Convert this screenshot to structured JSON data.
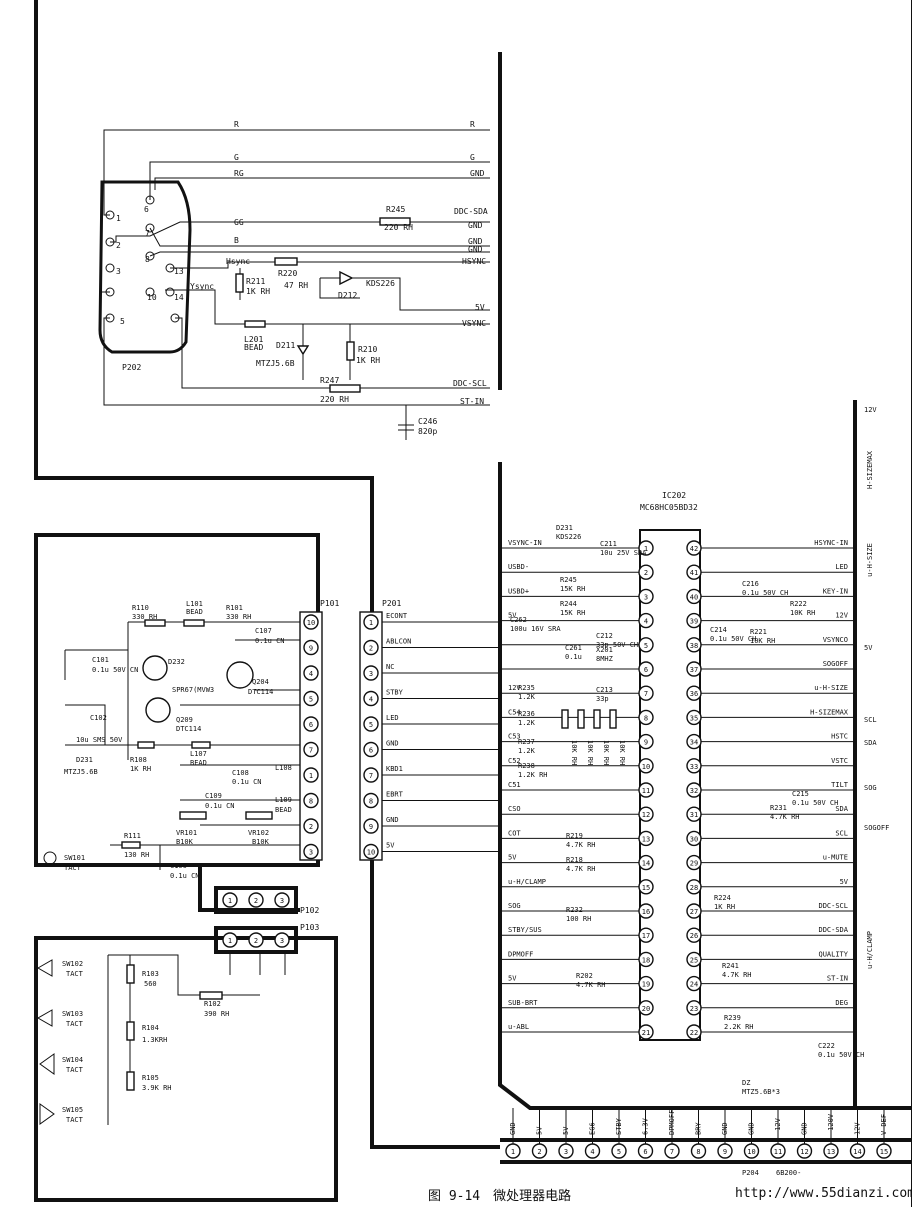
{
  "caption": "图 9-14　微处理器电路",
  "watermark": "http://www.55dianzi.com",
  "vga_connector": {
    "ref": "P202",
    "pins": [
      "1",
      "2",
      "3",
      "5",
      "6",
      "7",
      "8",
      "10",
      "13",
      "14"
    ],
    "left_labels": [
      "R",
      "G",
      "RG",
      "Hsync",
      "Ysync",
      "GG",
      "B"
    ],
    "right_labels": [
      "R",
      "G",
      "GND",
      "DDC-SDA",
      "GND",
      "GND",
      "HSYNC",
      "5V",
      "VSYNC",
      "DDC-SCL",
      "ST-IN"
    ]
  },
  "top_parts": [
    {
      "ref": "R245",
      "value": "220 RH"
    },
    {
      "ref": "R211",
      "value": "1K RH"
    },
    {
      "ref": "R220",
      "value": "47 RH"
    },
    {
      "ref": "D212",
      "value": "KDS226"
    },
    {
      "ref": "L201",
      "value": "BEAD"
    },
    {
      "ref": "D211",
      "value": "MTZJ5.6B"
    },
    {
      "ref": "R210",
      "value": "1K RH"
    },
    {
      "ref": "R247",
      "value": "220 RH"
    },
    {
      "ref": "C246",
      "value": "820p"
    }
  ],
  "control_board": {
    "connector": "P101",
    "pins": [
      "10",
      "9",
      "4",
      "5",
      "6",
      "7",
      "1",
      "8",
      "2",
      "3"
    ],
    "parts": [
      {
        "ref": "R110",
        "value": "330 RH"
      },
      {
        "ref": "L101",
        "value": "BEAD"
      },
      {
        "ref": "R101",
        "value": "330 RH"
      },
      {
        "ref": "C107",
        "value": "0.1u CN"
      },
      {
        "ref": "C101",
        "value": "0.1u 50V CN"
      },
      {
        "ref": "D232",
        "value": "SPR67(MVW3"
      },
      {
        "ref": "Q204",
        "value": "DTC114"
      },
      {
        "ref": "C102",
        "value": "10u SMS 50V"
      },
      {
        "ref": "Q209",
        "value": "DTC114"
      },
      {
        "ref": "D231",
        "value": "MTZJ5.6B"
      },
      {
        "ref": "R108",
        "value": "1K RH"
      },
      {
        "ref": "L107",
        "value": "BEAD"
      },
      {
        "ref": "L108",
        "value": ""
      },
      {
        "ref": "C108",
        "value": "0.1u CN"
      },
      {
        "ref": "L109",
        "value": "BEAD"
      },
      {
        "ref": "C109",
        "value": "0.1u CN"
      },
      {
        "ref": "VR101",
        "value": "B10K"
      },
      {
        "ref": "VR102",
        "value": "B10K"
      },
      {
        "ref": "R111",
        "value": "130 RH"
      },
      {
        "ref": "C106",
        "value": "0.1u CN"
      },
      {
        "ref": "SW101",
        "value": "TACT"
      }
    ],
    "p102": {
      "ref": "P102",
      "pins": [
        "1",
        "2",
        "3"
      ]
    }
  },
  "key_board": {
    "connector": {
      "ref": "P103",
      "pins": [
        "1",
        "2",
        "3"
      ]
    },
    "switches": [
      {
        "ref": "SW102",
        "type": "TACT"
      },
      {
        "ref": "SW103",
        "type": "TACT"
      },
      {
        "ref": "SW104",
        "type": "TACT"
      },
      {
        "ref": "SW105",
        "type": "TACT"
      }
    ],
    "parts": [
      {
        "ref": "R103",
        "value": "560"
      },
      {
        "ref": "R102",
        "value": "390 RH"
      },
      {
        "ref": "R104",
        "value": "1.3KRH"
      },
      {
        "ref": "R105",
        "value": "3.9K RH"
      }
    ]
  },
  "p201": {
    "ref": "P201",
    "pins": [
      "1",
      "2",
      "3",
      "4",
      "5",
      "6",
      "7",
      "8",
      "9",
      "10"
    ],
    "signals": [
      "ECONT",
      "ABLCON",
      "NC",
      "STBY",
      "LED",
      "GND",
      "KBD1",
      "EBRT",
      "GND",
      "5V"
    ]
  },
  "mcu": {
    "ref": "IC202",
    "part": "MC68HC05BD32",
    "left_pins": [
      "1",
      "2",
      "3",
      "4",
      "5",
      "6",
      "7",
      "8",
      "9",
      "10",
      "11",
      "12",
      "13",
      "14",
      "15",
      "16",
      "17",
      "18",
      "19",
      "20",
      "21"
    ],
    "right_pins": [
      "42",
      "41",
      "40",
      "39",
      "38",
      "37",
      "36",
      "35",
      "34",
      "33",
      "32",
      "31",
      "30",
      "29",
      "28",
      "27",
      "26",
      "25",
      "24",
      "23",
      "22"
    ],
    "left_signals": [
      "VSYNC-IN",
      "USBD-",
      "USBD+",
      "5V",
      "",
      "",
      "12V",
      "C54",
      "C53",
      "C52",
      "C51",
      "CSO",
      "COT",
      "5V",
      "u-H/CLAMP",
      "SOG",
      "STBY/SUS",
      "DPMOFF",
      "5V",
      "SUB-BRT",
      "u-ABL"
    ],
    "right_signals": [
      "HSYNC-IN",
      "LED",
      "KEY-IN",
      "12V",
      "VSYNCO",
      "SOGOFF",
      "u-H-SIZE",
      "H-SIZEMAX",
      "HSTC",
      "VSTC",
      "TILT",
      "SDA",
      "SCL",
      "u-MUTE",
      "5V",
      "DDC-SCL",
      "DDC-SDA",
      "QUALITY",
      "ST-IN",
      "DEG"
    ],
    "parts": [
      {
        "ref": "D231",
        "value": "KDS226"
      },
      {
        "ref": "C211",
        "value": "10u 25V SRA"
      },
      {
        "ref": "R245",
        "value": "15K RH"
      },
      {
        "ref": "R244",
        "value": "15K RH"
      },
      {
        "ref": "C262",
        "value": "100u 16V SRA"
      },
      {
        "ref": "C261",
        "value": "0.1u"
      },
      {
        "ref": "C212",
        "value": "33p 50V CH"
      },
      {
        "ref": "X201",
        "value": "8MHZ"
      },
      {
        "ref": "C213",
        "value": "33p"
      },
      {
        "ref": "R235",
        "value": "1.2K"
      },
      {
        "ref": "R236",
        "value": "1.2K"
      },
      {
        "ref": "R237",
        "value": "1.2K"
      },
      {
        "ref": "R238",
        "value": "1.2K RH"
      },
      {
        "ref": "R219",
        "value": "4.7K RH"
      },
      {
        "ref": "R218",
        "value": "4.7K RH"
      },
      {
        "ref": "R232",
        "value": "100 RH"
      },
      {
        "ref": "R202",
        "value": "4.7K RH"
      },
      {
        "ref": "C216",
        "value": "0.1u 50V CH"
      },
      {
        "ref": "R222",
        "value": "10K RH"
      },
      {
        "ref": "C214",
        "value": "0.1u 50V CH"
      },
      {
        "ref": "R221",
        "value": "10K RH"
      },
      {
        "ref": "R231",
        "value": "4.7K RH"
      },
      {
        "ref": "C215",
        "value": "0.1u 50V CH"
      },
      {
        "ref": "R224",
        "value": "1K RH"
      },
      {
        "ref": "R241",
        "value": "4.7K RH"
      },
      {
        "ref": "R239",
        "value": "2.2K RH"
      },
      {
        "ref": "C222",
        "value": "0.1u 50V CH"
      },
      {
        "ref": "DZ",
        "value": "MTZ5.6B*3"
      }
    ],
    "column_resistors": [
      "10K RH",
      "10K RH",
      "10K RH",
      "10K RH"
    ],
    "right_ext": [
      "12V",
      "H-SIZEMAX",
      "u-H-SIZE",
      "5V",
      "SCL",
      "SDA",
      "SOG",
      "SOGOFF",
      "u-H/CLAMP"
    ]
  },
  "p204": {
    "ref": "P204",
    "part_no": "6B200-",
    "pins": [
      "1",
      "2",
      "3",
      "4",
      "5",
      "6",
      "7",
      "8",
      "9",
      "10",
      "11",
      "12",
      "13",
      "14",
      "15"
    ],
    "signals": [
      "GND",
      "5V",
      "5V",
      "EG6",
      "STBY",
      "6.3V",
      "DPMOFF",
      "BRY",
      "GND",
      "GND",
      "-12V",
      "GND",
      "-120V",
      "12V",
      "V-DEF"
    ]
  }
}
